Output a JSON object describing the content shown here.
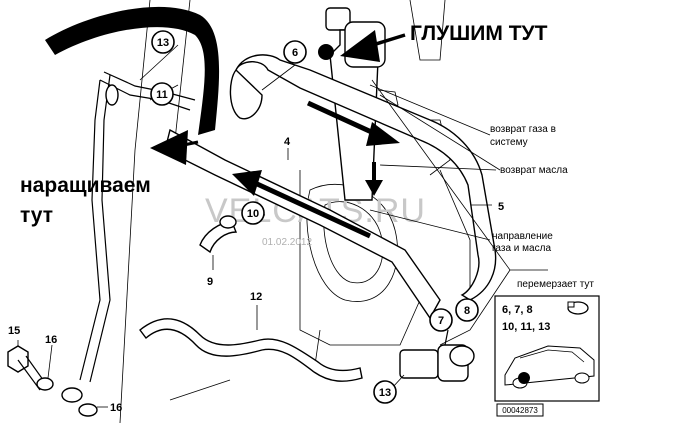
{
  "annotations": {
    "plug_here": "ГЛУШИМ ТУТ",
    "extend_here_line1": "наращиваем",
    "extend_here_line2": "тут",
    "gas_return": "возврат газа в систему",
    "gas_return_line1": "возврат газа в",
    "gas_return_line2": "систему",
    "oil_return": "возврат масла",
    "flow_direction_line1": "направление",
    "flow_direction_line2": "газа и масла",
    "freezes_here": "перемерзает тут"
  },
  "watermark": {
    "text": "VELCATS.RU",
    "date": "01.02.2012"
  },
  "parts": {
    "p4": "4",
    "p5": "5",
    "p6": "6",
    "p7": "7",
    "p8": "8",
    "p9": "9",
    "p10": "10",
    "p11": "11",
    "p12": "12",
    "p13_top": "13",
    "p13_bottom": "13",
    "p15": "15",
    "p16_a": "16",
    "p16_b": "16"
  },
  "legend_box": {
    "line1": "6, 7, 8",
    "line2": "10, 11, 13",
    "diagram_id": "00042873"
  },
  "colors": {
    "line": "#000000",
    "watermark": "#c8c8c8",
    "background": "#ffffff"
  }
}
